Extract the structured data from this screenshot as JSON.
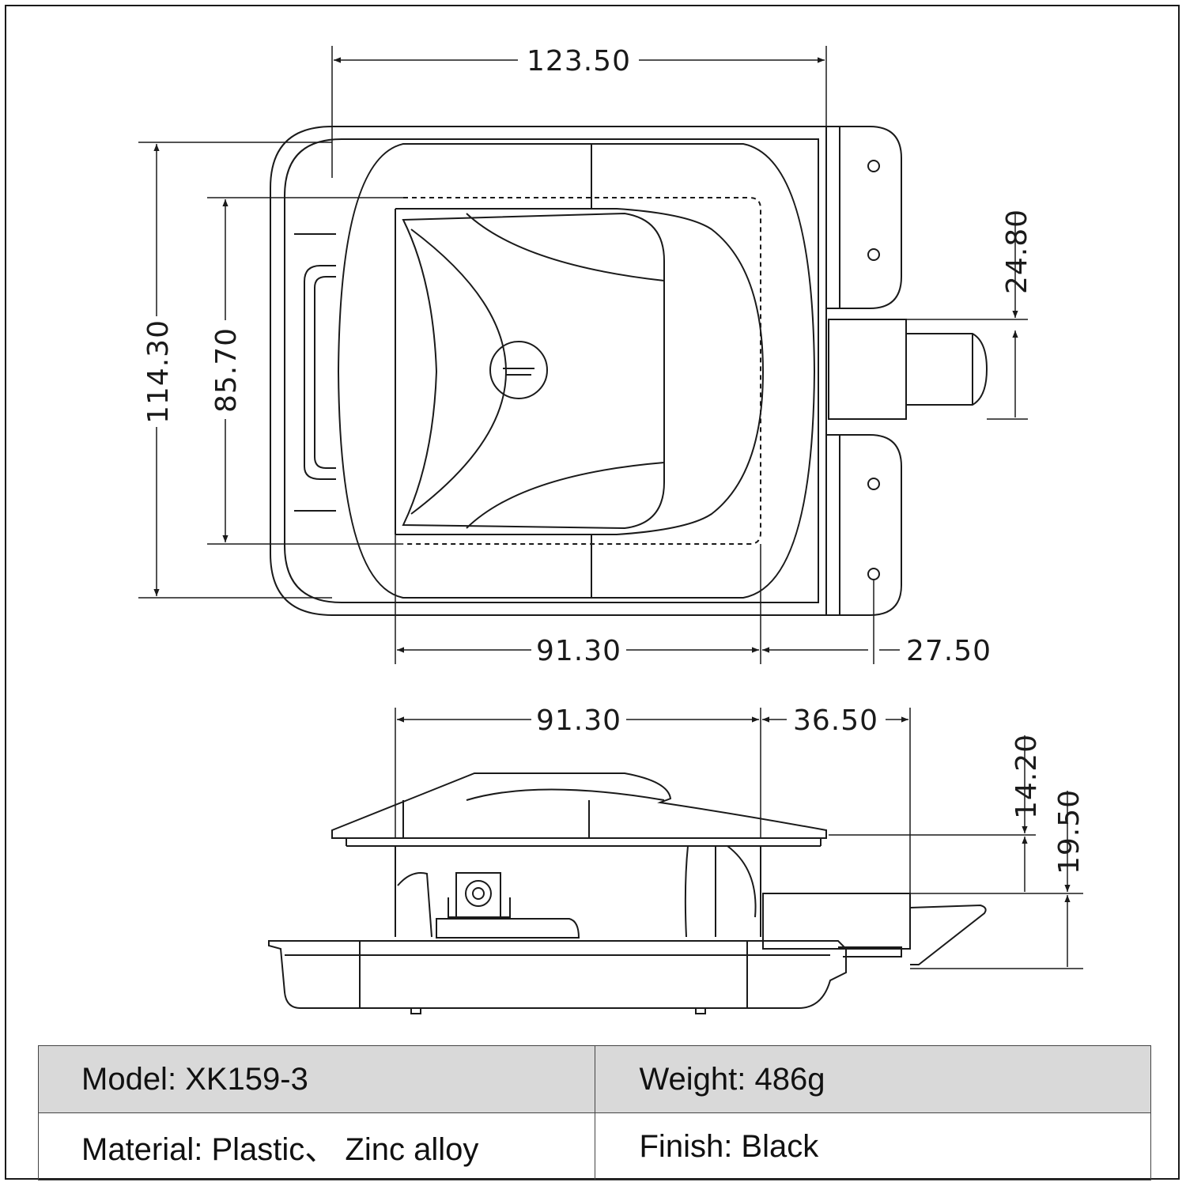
{
  "dimensions": {
    "top_view": {
      "overall_width": "123.50",
      "overall_height": "114.30",
      "inner_height": "85.70",
      "handle_width": "91.30",
      "bolt_offset": "27.50",
      "bolt_height": "24.80"
    },
    "side_view": {
      "handle_width": "91.30",
      "bolt_extension": "36.50",
      "bolt_height": "14.20",
      "total_depth": "19.50"
    }
  },
  "specs": {
    "model": "Model: XK159-3",
    "weight": "Weight: 486g",
    "material": "Material: Plastic、 Zinc alloy",
    "finish": "Finish: Black"
  },
  "colors": {
    "line": "#1a1a1a",
    "table_shade": "#d9d9d9"
  }
}
